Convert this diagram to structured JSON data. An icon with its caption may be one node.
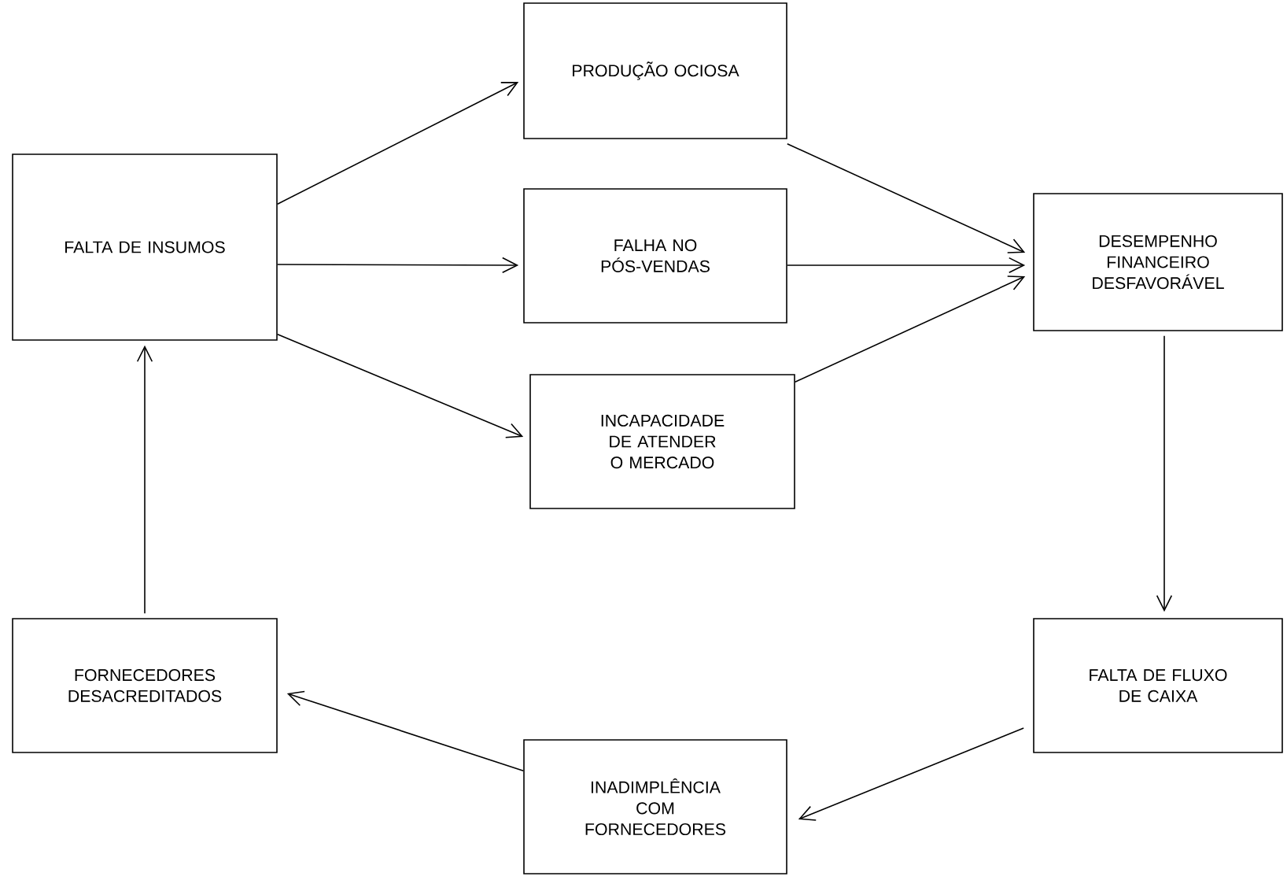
{
  "diagram": {
    "nodes": [
      {
        "text": [
          "FALTA DE INSUMOS"
        ]
      },
      {
        "text": [
          "PRODUÇÃO OCIOSA"
        ]
      },
      {
        "text": [
          "FALHA NO PÓS-VENDAS"
        ]
      },
      {
        "text": [
          "INCAPACIDADE DE ATENDER O MERCADO"
        ]
      },
      {
        "text": [
          "DESEMPENHO FINANCEIRO DESFAVORÁVEL"
        ]
      },
      {
        "text": [
          "FALTA DE FLUXO DE CAIXA"
        ]
      },
      {
        "text": [
          "INADIMPLÊNCIA COM FORNECEDORES"
        ]
      },
      {
        "text": [
          "FORNECEDORES DESACREDITADOS"
        ]
      }
    ],
    "edges": [
      {
        "from": 0,
        "to": 1,
        "arrow": "to"
      },
      {
        "from": 0,
        "to": 2,
        "arrow": "to"
      },
      {
        "from": 0,
        "to": 3,
        "arrow": "to"
      },
      {
        "from": 1,
        "to": 4,
        "arrow": "to"
      },
      {
        "from": 2,
        "to": 4,
        "arrow": "to"
      },
      {
        "from": 3,
        "to": 4,
        "arrow": "to"
      },
      {
        "from": 4,
        "to": 5,
        "arrow": "to"
      },
      {
        "from": 5,
        "to": 6,
        "arrow": "to"
      },
      {
        "from": 6,
        "to": 7,
        "arrow": "to"
      },
      {
        "from": 7,
        "to": 0,
        "arrow": "to"
      }
    ]
  }
}
